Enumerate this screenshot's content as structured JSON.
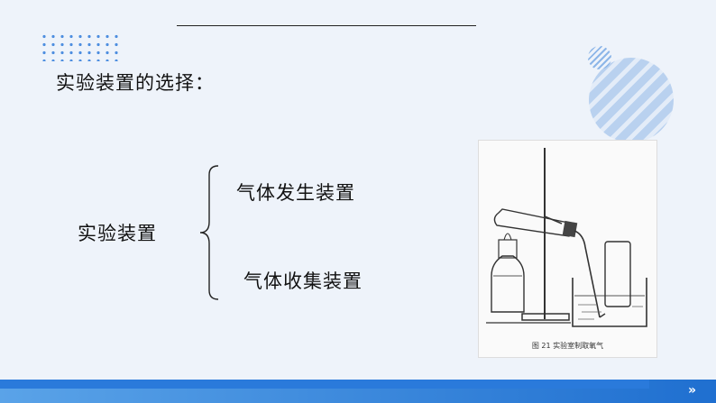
{
  "slide": {
    "heading": "实验装置的选择：",
    "category_label": "实验装置",
    "branch_top": "气体发生装置",
    "branch_bottom": "气体收集装置"
  },
  "figure": {
    "caption": "图 21  实验室制取氧气"
  },
  "nav": {
    "next_label": "»"
  },
  "colors": {
    "background": "#eef3fa",
    "accent": "#2a7adb"
  }
}
